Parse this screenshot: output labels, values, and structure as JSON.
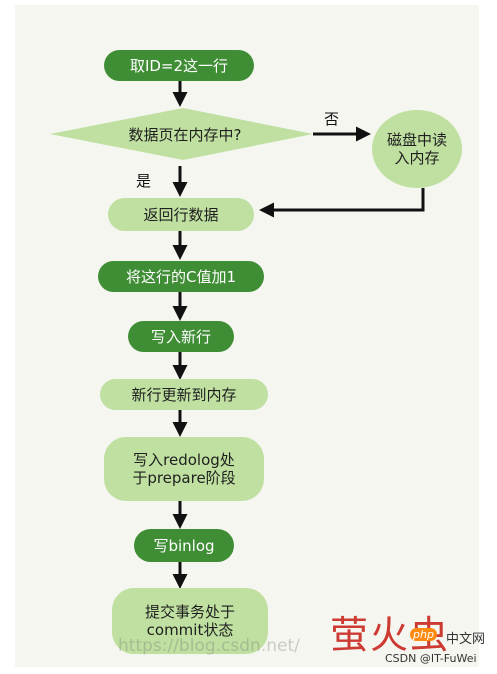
{
  "nodes": {
    "take_row": "取ID=2这一行",
    "decision": "数据页在内存中?",
    "disk": "磁盘中读入内存",
    "return_row": "返回行数据",
    "add_one": "将这行的C值加1",
    "write_row": "写入新行",
    "update_memory": "新行更新到内存",
    "redolog_prepare": "写入redolog处于prepare阶段",
    "write_binlog": "写binlog",
    "commit": "提交事务处于commit状态"
  },
  "branch_labels": {
    "no": "否",
    "yes": "是"
  },
  "watermark": {
    "logo": "萤火虫",
    "php": "php",
    "cn": "中文网",
    "url": "https://blog.csdn.net/",
    "csdn": "CSDN @IT-FuWei"
  }
}
